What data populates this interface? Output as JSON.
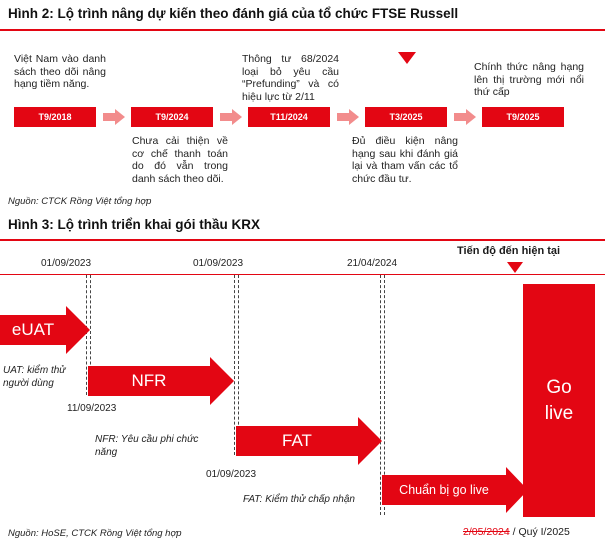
{
  "figure2": {
    "title": "Hình 2: Lộ trình nâng dự kiến theo đánh giá của tổ chức FTSE Russell",
    "milestones": [
      {
        "label": "T9/2018",
        "desc": "Việt Nam vào danh sách theo dõi nâng hạng tiềm năng."
      },
      {
        "label": "T9/2024",
        "desc": "Chưa cải thiện về cơ chế thanh toán do đó vẫn trong danh sách theo dõi."
      },
      {
        "label": "T11/2024",
        "desc": "Thông tư 68/2024 loại bỏ yêu cầu “Prefunding” và có hiệu lực từ 2/11"
      },
      {
        "label": "T3/2025",
        "desc": "Đủ điều kiện nâng hạng sau khi đánh giá lại và tham vấn các tổ chức đầu tư."
      },
      {
        "label": "T9/2025",
        "desc": "Chính thức nâng hạng lên thị trường mới nổi thứ cấp"
      }
    ],
    "source": "Nguồn: CTCK Rồng Việt tổng hợp"
  },
  "figure3": {
    "title": "Hình 3: Lộ trình triển khai gói thầu KRX",
    "progress_label": "Tiến độ đến hiện tại",
    "dates": {
      "eUAT_end": "01/09/2023",
      "NFR_start": "11/09/2023",
      "NFR_end": "01/09/2023",
      "FAT_start": "01/09/2023",
      "FAT_end": "21/04/2024"
    },
    "phases": {
      "euat": "eUAT",
      "nfr": "NFR",
      "fat": "FAT",
      "golive_prep": "Chuẩn bị go live",
      "golive_line1": "Go",
      "golive_line2": "live"
    },
    "glossary": {
      "uat": "UAT: kiểm thử người dùng",
      "nfr": "NFR: Yêu cầu phi chức năng",
      "fat": "FAT: Kiểm thử chấp nhận"
    },
    "bottom_old_date": "2/05/2024",
    "bottom_new_date": " / Quý I/2025",
    "source": "Nguồn: HoSE, CTCK Rồng Việt tổng hợp"
  },
  "colors": {
    "accent": "#e30613"
  }
}
